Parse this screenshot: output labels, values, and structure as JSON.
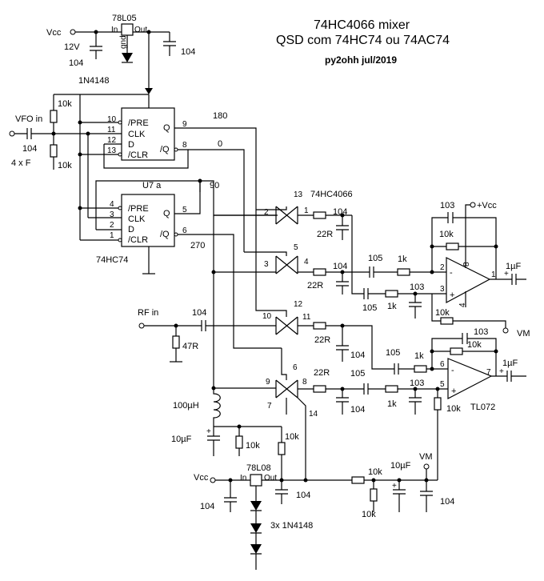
{
  "title": {
    "line1": "74HC4066 mixer",
    "line2": "QSD com 74HC74 ou 74AC74",
    "author": "py2ohh jul/2019"
  },
  "power": {
    "vcc_top": "Vcc",
    "v12": "12V",
    "reg1": "78L05",
    "reg1_in": "In",
    "reg1_out": "Out",
    "reg1_gnd": "gnd",
    "cap_in1": "104",
    "cap_out1": "104",
    "diode1": "1N4148",
    "vcc_bottom": "Vcc",
    "reg2": "78L08",
    "reg2_in": "In",
    "reg2_out": "Out",
    "cap_in2": "104",
    "cap_out2": "104",
    "diodes3": "3x 1N4148"
  },
  "vfo": {
    "label": "VFO in",
    "cap": "104",
    "freq": "4 x F",
    "r_top": "10k",
    "r_bot": "10k"
  },
  "flipflop1": {
    "pre": "/PRE",
    "clk": "CLK",
    "d": "D",
    "clr": "/CLR",
    "q": "Q",
    "nq": "/Q",
    "p_pre": "10",
    "p_clk": "11",
    "p_d": "12",
    "p_clr": "13",
    "p_q": "9",
    "p_nq": "8",
    "phase_q": "180",
    "phase_nq": "0"
  },
  "flipflop2": {
    "name": "U7 a",
    "part": "74HC74",
    "pre": "/PRE",
    "clk": "CLK",
    "d": "D",
    "clr": "/CLR",
    "q": "Q",
    "nq": "/Q",
    "p_pre": "4",
    "p_clk": "3",
    "p_d": "2",
    "p_clr": "1",
    "p_q": "5",
    "p_nq": "6",
    "phase_q": "90",
    "phase_nq": "270"
  },
  "switch": {
    "part": "74HC4066",
    "s1_ctl": "13",
    "s1_in": "2",
    "s1_out": "1",
    "s2_ctl": "5",
    "s2_in": "3",
    "s2_out": "4",
    "s3_ctl": "12",
    "s3_in": "10",
    "s3_out": "11",
    "s4_ctl": "6",
    "s4_in": "9",
    "s4_out": "8",
    "s4_extra": "7",
    "vdd": "14"
  },
  "rf": {
    "label": "RF in",
    "cap": "104",
    "r": "47R",
    "inductor": "100µH",
    "cap_el": "10µF",
    "r_a": "10k",
    "r_b": "10k"
  },
  "channel1": {
    "r22_a": "22R",
    "c104_a": "104",
    "r22_b": "22R",
    "c104_b": "104",
    "c105_a": "105",
    "r1k_a": "1k",
    "c105_b": "105",
    "r1k_b": "1k",
    "c103_in": "103",
    "c103_fb": "103",
    "r10k_fb": "10k",
    "r10k_vm": "10k",
    "vcc_plus": "+Vcc",
    "pin2": "2",
    "pin3": "3",
    "pin8": "8",
    "pin1": "1",
    "pin4": "4",
    "minus": "-",
    "plus": "+",
    "c_out": "1µF",
    "vm": "VM"
  },
  "channel2": {
    "r22_a": "22R",
    "c104_a": "104",
    "r22_b": "22R",
    "c104_b": "104",
    "c105_a": "105",
    "r1k_a": "1k",
    "c105_b": "105",
    "r1k_b": "1k",
    "c103_in": "103",
    "c103_fb": "103",
    "r10k_fb": "10k",
    "r10k_bias": "10k",
    "pin6": "6",
    "pin5": "5",
    "pin7": "7",
    "minus": "-",
    "plus": "+",
    "c_out": "1µF",
    "part": "TL072"
  },
  "vm_divider": {
    "vm": "VM",
    "r_top": "10k",
    "r_bot": "10k",
    "cap_el": "10µF",
    "cap": "104"
  }
}
